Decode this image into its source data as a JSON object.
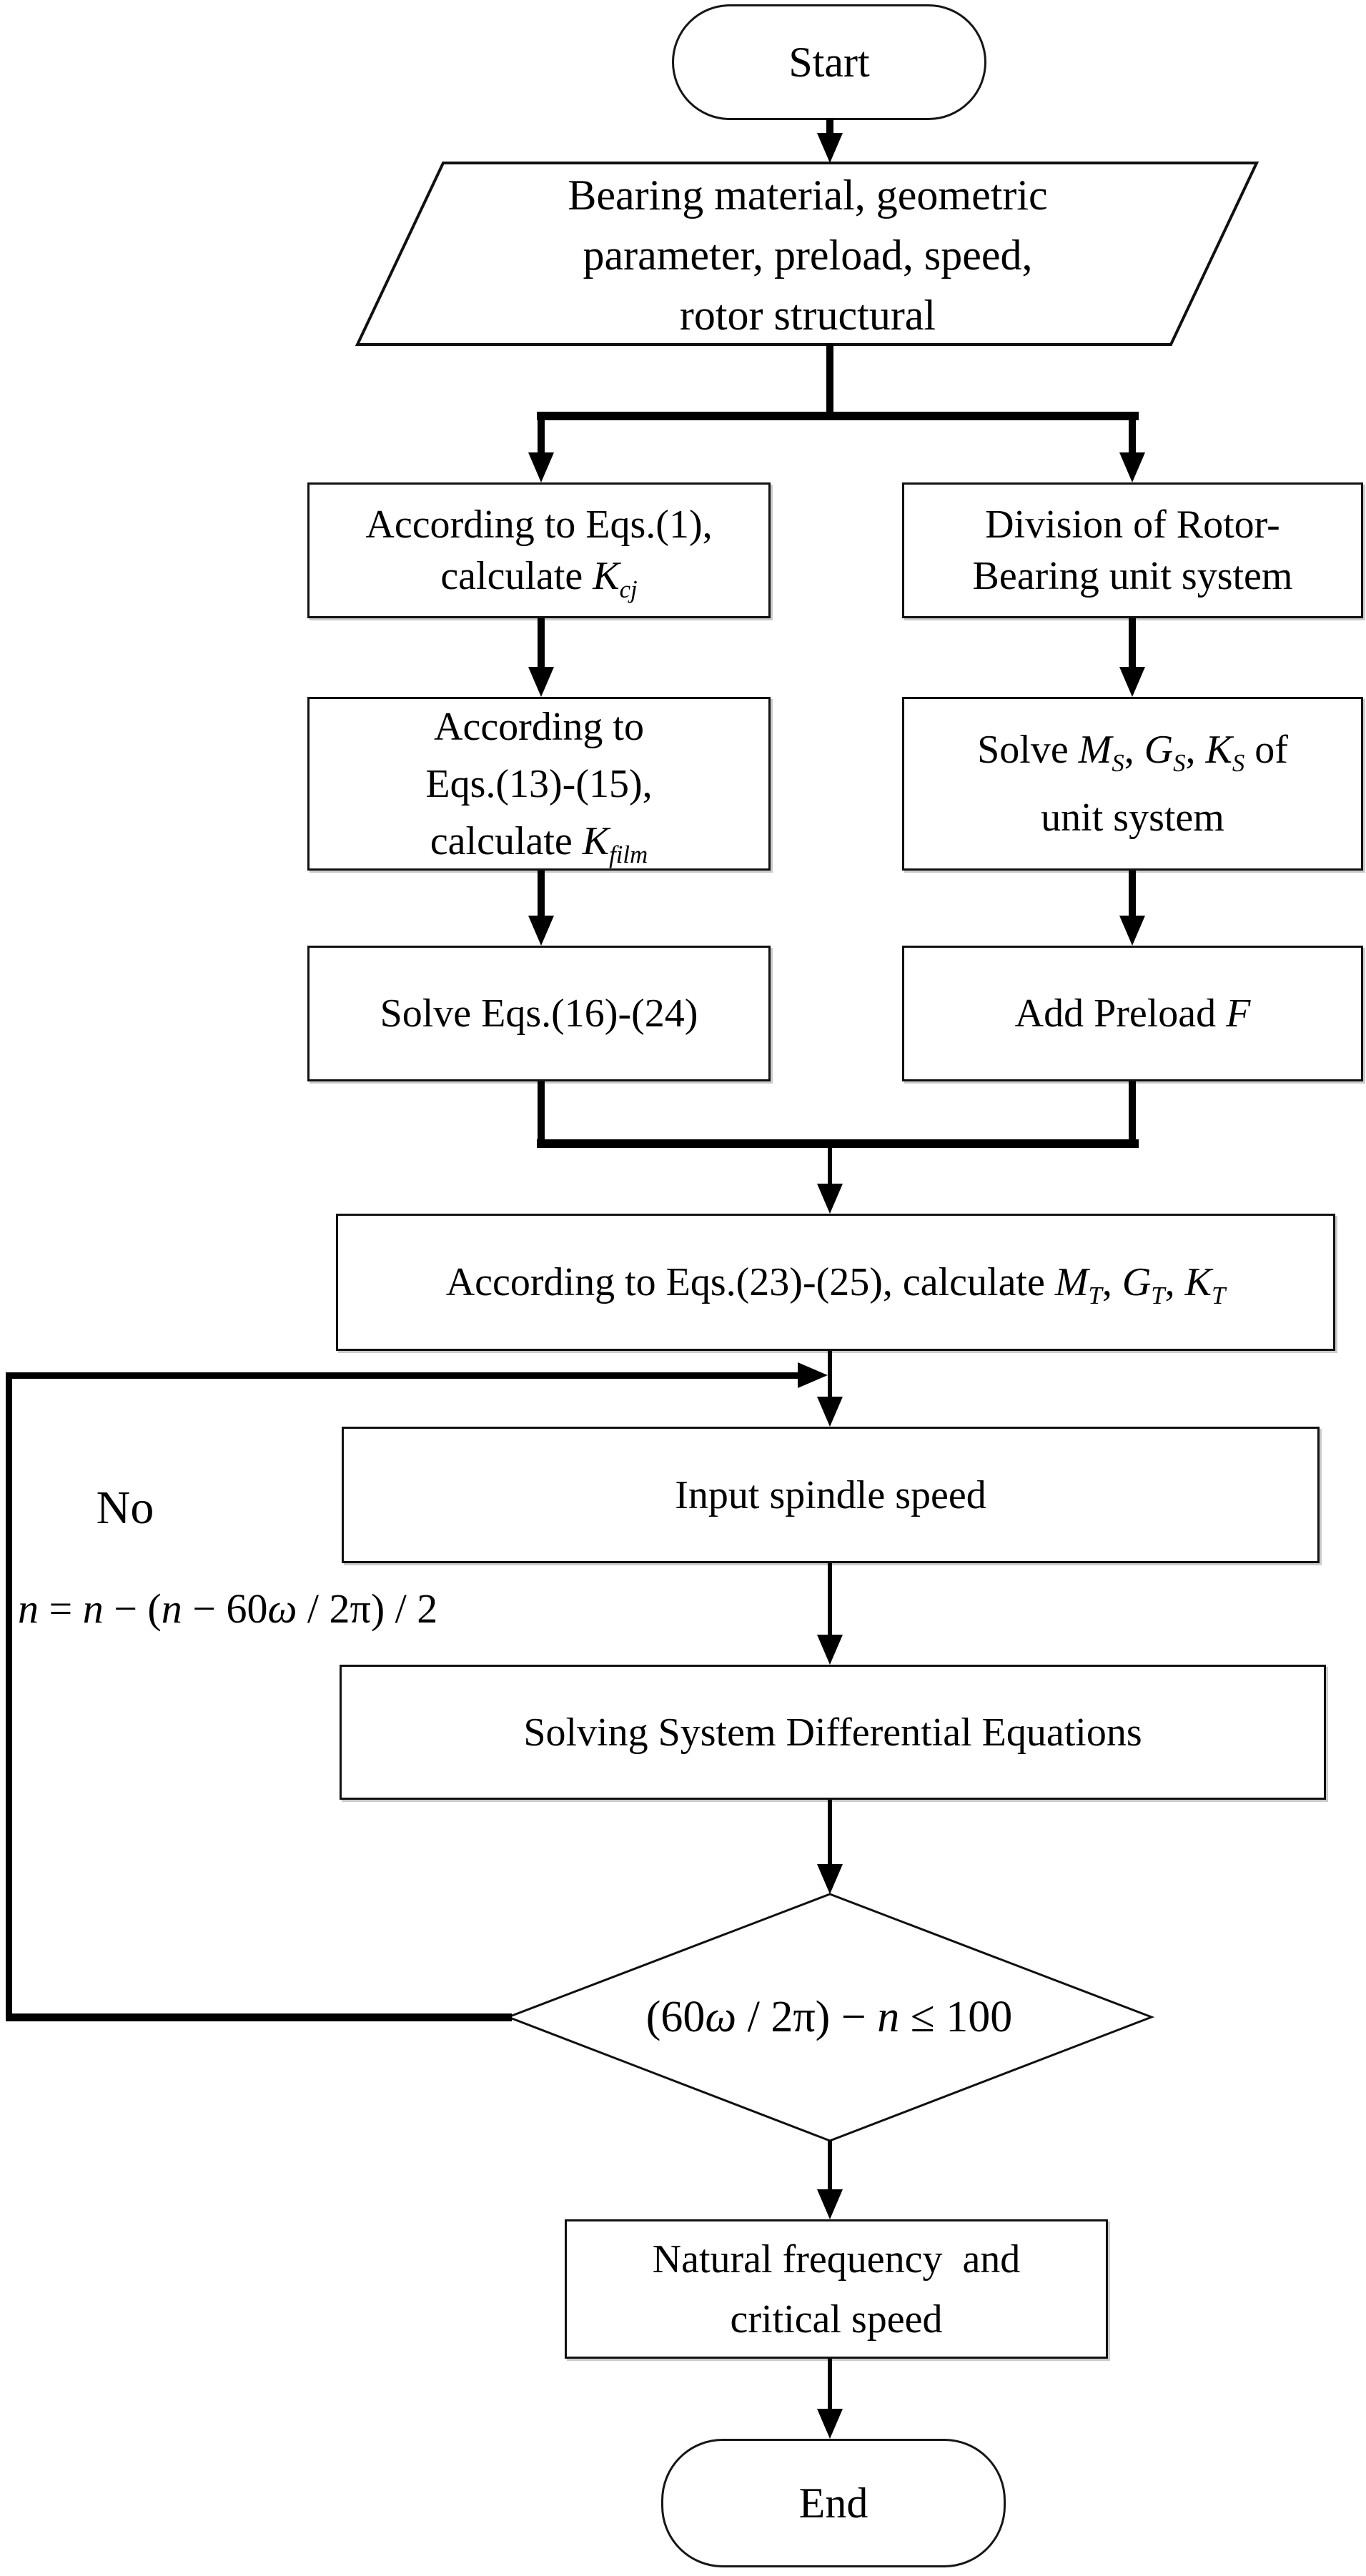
{
  "figure": {
    "type": "flowchart",
    "background": "#ffffff",
    "line_color": "#000000",
    "shape_fill": "#ffffff"
  },
  "nodes": {
    "start": {
      "shape": "terminator",
      "label": "Start"
    },
    "input_parallelogram": {
      "shape": "parallelogram",
      "lines": [
        [
          {
            "t": "Bearing material, geometric"
          }
        ],
        [
          {
            "t": "parameter, preload, speed,"
          }
        ],
        [
          {
            "t": "rotor structural"
          }
        ]
      ]
    },
    "calc_kcj": {
      "shape": "process",
      "lines": [
        [
          {
            "t": "According to Eqs.(1),"
          }
        ],
        [
          {
            "t": "calculate "
          },
          {
            "t": "K",
            "i": true
          },
          {
            "t": "cj",
            "i": true,
            "sub": true
          }
        ]
      ]
    },
    "division_rotor_bearing": {
      "shape": "process",
      "lines": [
        [
          {
            "t": "Division of Rotor-"
          }
        ],
        [
          {
            "t": "Bearing unit system"
          }
        ]
      ]
    },
    "calc_kfilm": {
      "shape": "process",
      "lines": [
        [
          {
            "t": "According to"
          }
        ],
        [
          {
            "t": "Eqs.(13)-(15),"
          }
        ],
        [
          {
            "t": "calculate "
          },
          {
            "t": "K",
            "i": true
          },
          {
            "t": "film",
            "i": true,
            "sub": true
          }
        ]
      ]
    },
    "solve_ms_gs_ks": {
      "shape": "process",
      "lines": [
        [
          {
            "t": "Solve "
          },
          {
            "t": "M",
            "i": true
          },
          {
            "t": "S",
            "i": true,
            "sub": true
          },
          {
            "t": ", "
          },
          {
            "t": "G",
            "i": true
          },
          {
            "t": "S",
            "i": true,
            "sub": true
          },
          {
            "t": ", "
          },
          {
            "t": "K",
            "i": true
          },
          {
            "t": "S",
            "i": true,
            "sub": true
          },
          {
            "t": " of"
          }
        ],
        [
          {
            "t": "unit system"
          }
        ]
      ]
    },
    "solve_eqs_16_24": {
      "shape": "process",
      "lines": [
        [
          {
            "t": "Solve Eqs.(16)-(24)"
          }
        ]
      ]
    },
    "add_preload": {
      "shape": "process",
      "lines": [
        [
          {
            "t": "Add Preload "
          },
          {
            "t": "F",
            "i": true
          }
        ]
      ]
    },
    "calc_mt_gt_kt": {
      "shape": "process",
      "lines": [
        [
          {
            "t": "According to Eqs.(23)-(25), calculate "
          },
          {
            "t": "M",
            "i": true
          },
          {
            "t": "T",
            "i": true,
            "sub": true
          },
          {
            "t": ", "
          },
          {
            "t": "G",
            "i": true
          },
          {
            "t": "T",
            "i": true,
            "sub": true
          },
          {
            "t": ", "
          },
          {
            "t": "K",
            "i": true
          },
          {
            "t": "T",
            "i": true,
            "sub": true
          }
        ]
      ]
    },
    "input_spindle_speed": {
      "shape": "process",
      "label": "Input spindle speed"
    },
    "solve_differential": {
      "shape": "process",
      "label": "Solving System Differential Equations"
    },
    "decision": {
      "shape": "decision",
      "lines": [
        [
          {
            "t": "(60"
          },
          {
            "t": "ω",
            "i": true
          },
          {
            "t": " / 2π) − "
          },
          {
            "t": "n",
            "i": true
          },
          {
            "t": " ≤ 100"
          }
        ]
      ]
    },
    "natural_frequency": {
      "shape": "process",
      "lines": [
        [
          {
            "t": "Natural frequency  and"
          }
        ],
        [
          {
            "t": "critical speed"
          }
        ]
      ]
    },
    "end": {
      "shape": "terminator",
      "label": "End"
    }
  },
  "edges": {
    "no_label": "No",
    "no_equation": [
      [
        {
          "t": "n",
          "i": true
        },
        {
          "t": " = "
        },
        {
          "t": "n",
          "i": true
        },
        {
          "t": " − ("
        },
        {
          "t": "n",
          "i": true
        },
        {
          "t": " − 60"
        },
        {
          "t": "ω",
          "i": true
        },
        {
          "t": " / 2π) / 2"
        }
      ]
    ]
  }
}
